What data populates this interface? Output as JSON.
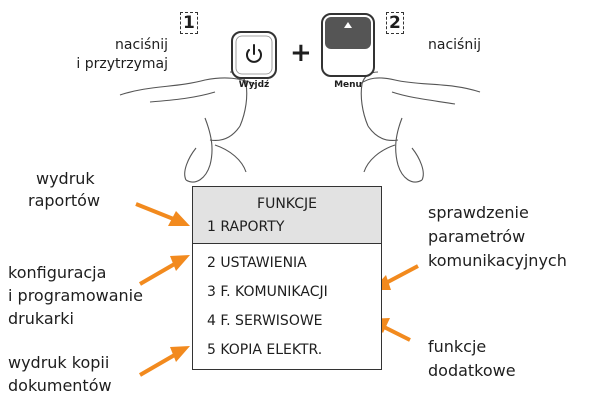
{
  "step1": {
    "number": "1",
    "caption_line1": "naciśnij",
    "caption_line2": "i przytrzymaj",
    "button_label": "Wyjdź"
  },
  "step2": {
    "number": "2",
    "caption": "naciśnij",
    "button_label": "Menu"
  },
  "plus": "+",
  "menu": {
    "title": "FUNKCJE",
    "items": [
      {
        "label": "1 RAPORTY"
      },
      {
        "label": "2 USTAWIENIA"
      },
      {
        "label": "3 F. KOMUNIKACJI"
      },
      {
        "label": "4 F. SERWISOWE"
      },
      {
        "label": "5 KOPIA ELEKTR."
      }
    ]
  },
  "annotations": {
    "raporty": {
      "line1": "wydruk",
      "line2": "raportów"
    },
    "ustawienia": {
      "line1": "konfiguracja",
      "line2": "i programowanie",
      "line3": "drukarki"
    },
    "kopia": {
      "line1": "wydruk kopii",
      "line2": "dokumentów"
    },
    "komunikacja": {
      "line1": "sprawdzenie",
      "line2": "parametrów",
      "line3": "komunikacyjnych"
    },
    "serwis": {
      "line1": "funkcje",
      "line2": "dodatkowe"
    }
  },
  "colors": {
    "arrow": "#f28a1e",
    "header_fill": "#e2e2e2",
    "outline": "#333333"
  }
}
